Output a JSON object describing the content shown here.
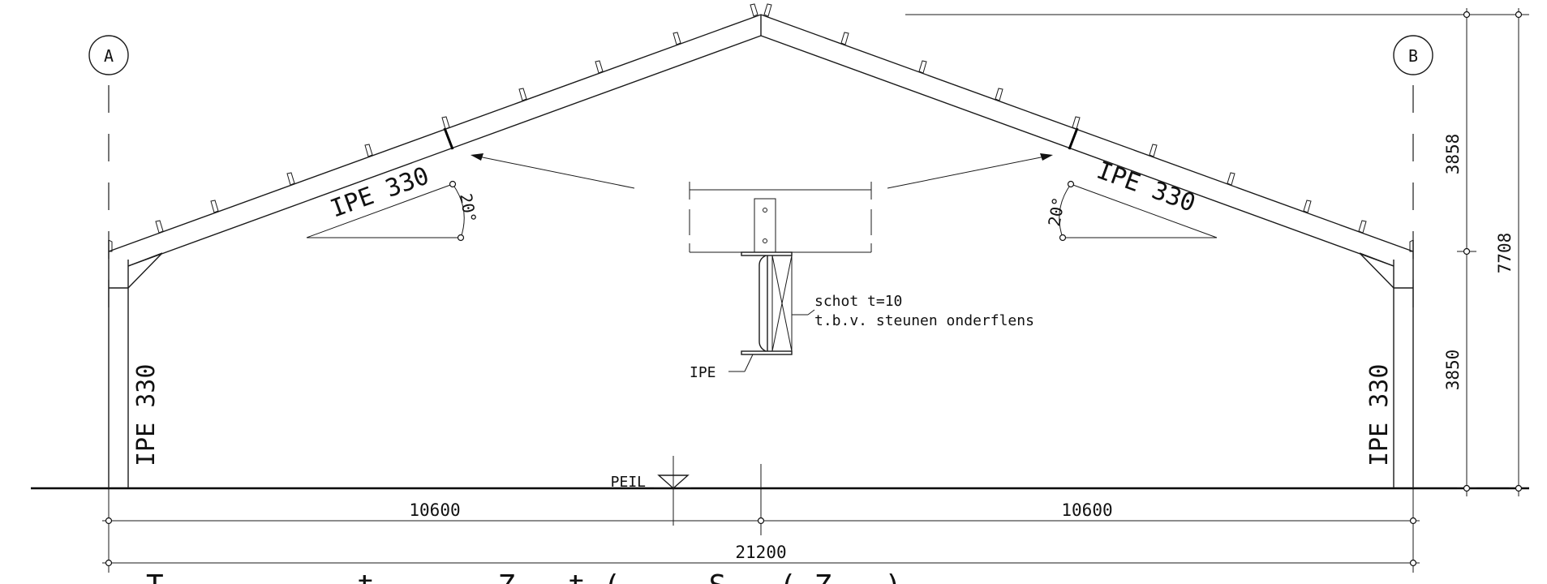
{
  "grid": {
    "left": "A",
    "right": "B"
  },
  "profiles": {
    "rafter_left": "IPE 330",
    "rafter_right": "IPE 330",
    "column_left": "IPE 330",
    "column_right": "IPE 330"
  },
  "angles": {
    "left": "20°",
    "right": "20°"
  },
  "detail": {
    "note_line1": "schot t=10",
    "note_line2": "t.b.v. steunen onderflens",
    "ipe_label": "IPE"
  },
  "level": {
    "label": "PEIL"
  },
  "dimensions": {
    "bay_left": "10600",
    "bay_right": "10600",
    "total_span": "21200",
    "height_upper": "3858",
    "height_lower": "3850",
    "height_total": "7708"
  },
  "caption": {
    "text": "T . . . . . t . . . Z . t ( . . S . ( Z . )"
  }
}
